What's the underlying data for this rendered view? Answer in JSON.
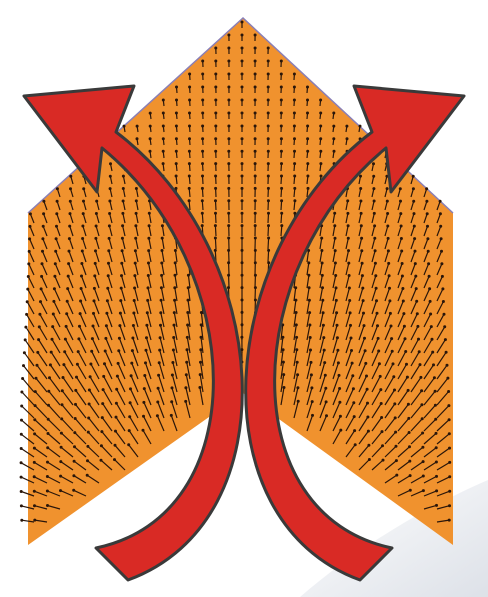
{
  "diagram": {
    "colors": {
      "background": "#ffffff",
      "shape_fill": "#f0922e",
      "shape_edge": "#8a7fb6",
      "vector_color": "#2a160a",
      "arrow_fill": "#d92a25",
      "arrow_outline": "#3a3a3a",
      "swoosh": "#e6e9ef"
    },
    "shape": "chevron",
    "field": "vector-arrows",
    "flow_arrows": [
      {
        "name": "left-curved-arrow",
        "direction": "up-left"
      },
      {
        "name": "right-curved-arrow",
        "direction": "up-right"
      }
    ]
  }
}
